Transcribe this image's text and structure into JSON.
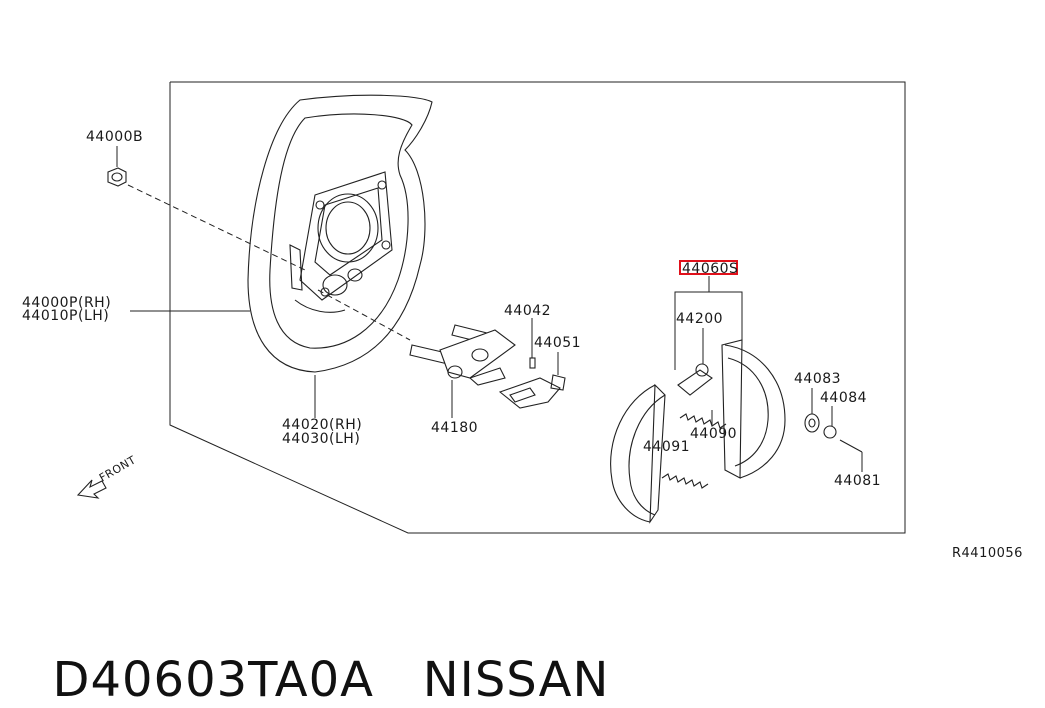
{
  "diagram": {
    "callouts": {
      "c44000B": "44000B",
      "c44000P": "44000P(RH)",
      "c44010P": "44010P(LH)",
      "c44020": "44020(RH)",
      "c44030": "44030(LH)",
      "c44042": "44042",
      "c44051": "44051",
      "c44180": "44180",
      "c44060S": "44060S",
      "c44200": "44200",
      "c44083": "44083",
      "c44084": "44084",
      "c44090": "44090",
      "c44091": "44091",
      "c44081": "44081"
    },
    "front_label": "FRONT",
    "ref_code": "R4410056",
    "highlight_color": "#e0101a"
  },
  "footer": {
    "part_number": "D40603TA0A",
    "brand": "NISSAN"
  }
}
